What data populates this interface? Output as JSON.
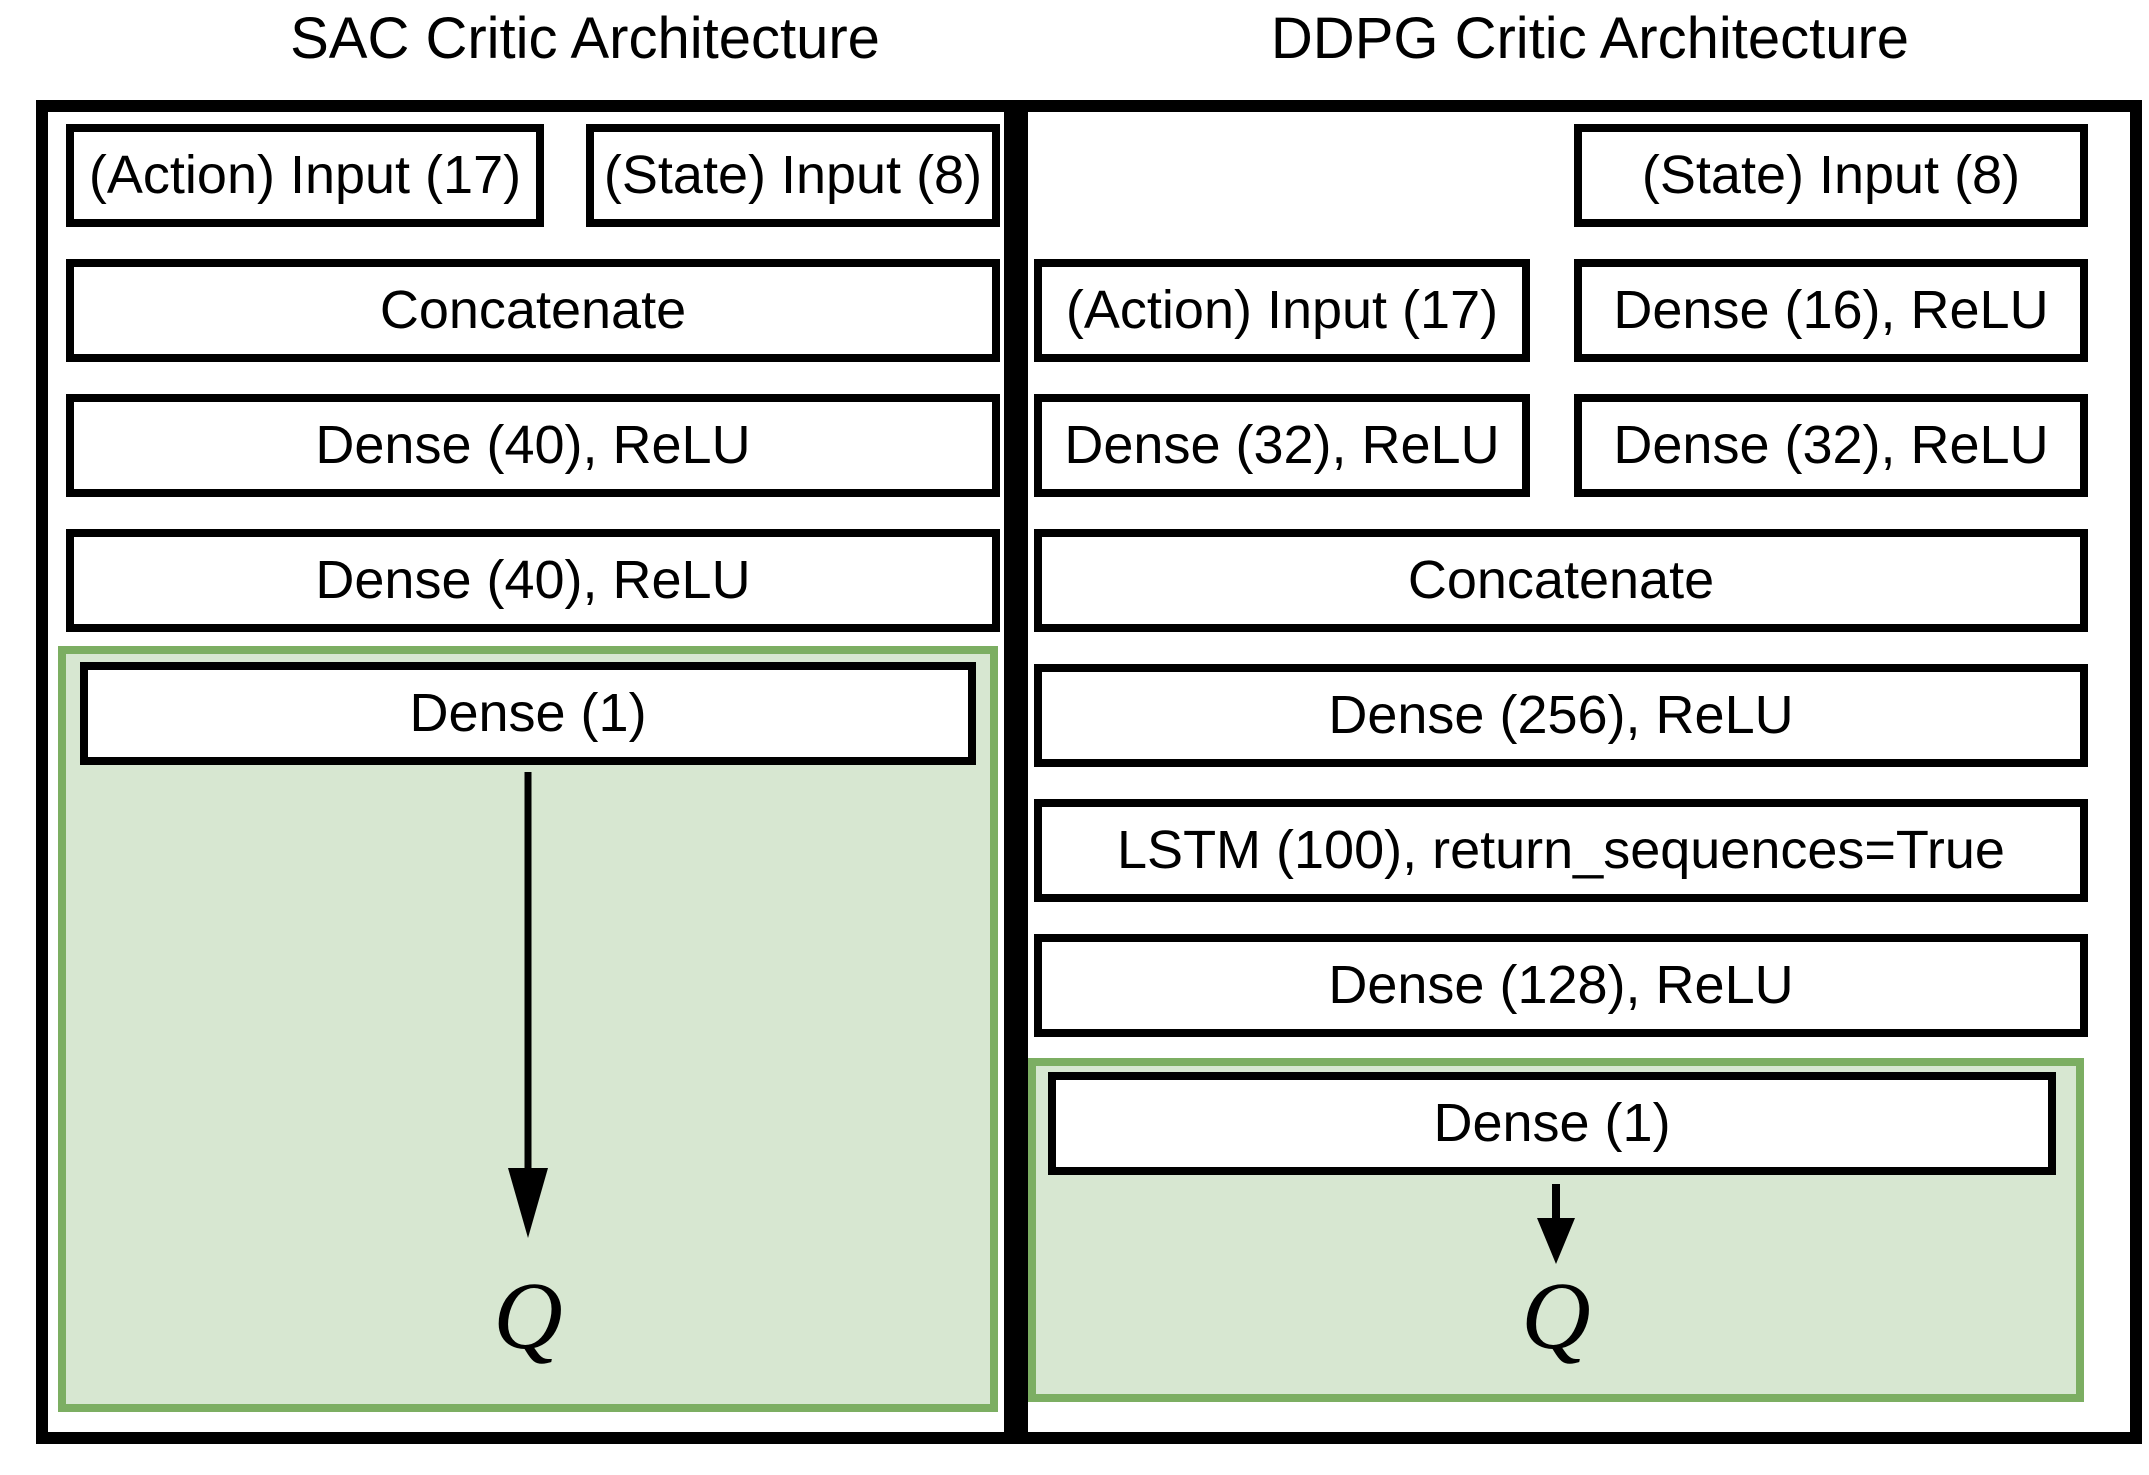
{
  "colors": {
    "green_border": "#7CAE62",
    "green_fill": "#D7E7D1",
    "box_border": "#000000",
    "text": "#000000",
    "background": "#FFFFFF"
  },
  "sac": {
    "title": "SAC Critic Architecture",
    "boxes": {
      "action_input": "(Action) Input (17)",
      "state_input": "(State) Input (8)",
      "concatenate": "Concatenate",
      "dense40_1": "Dense (40), ReLU",
      "dense40_2": "Dense (40), ReLU",
      "dense_out": "Dense (1)"
    },
    "output_label": "Q"
  },
  "ddpg": {
    "title": "DDPG Critic Architecture",
    "boxes": {
      "state_input": "(State) Input (8)",
      "action_input": "(Action) Input (17)",
      "dense16": "Dense (16), ReLU",
      "dense32_left": "Dense (32), ReLU",
      "dense32_right": "Dense (32), ReLU",
      "concatenate": "Concatenate",
      "dense256": "Dense (256), ReLU",
      "lstm": "LSTM (100), return_sequences=True",
      "dense128": "Dense (128), ReLU",
      "dense_out": "Dense (1)"
    },
    "output_label": "Q"
  }
}
